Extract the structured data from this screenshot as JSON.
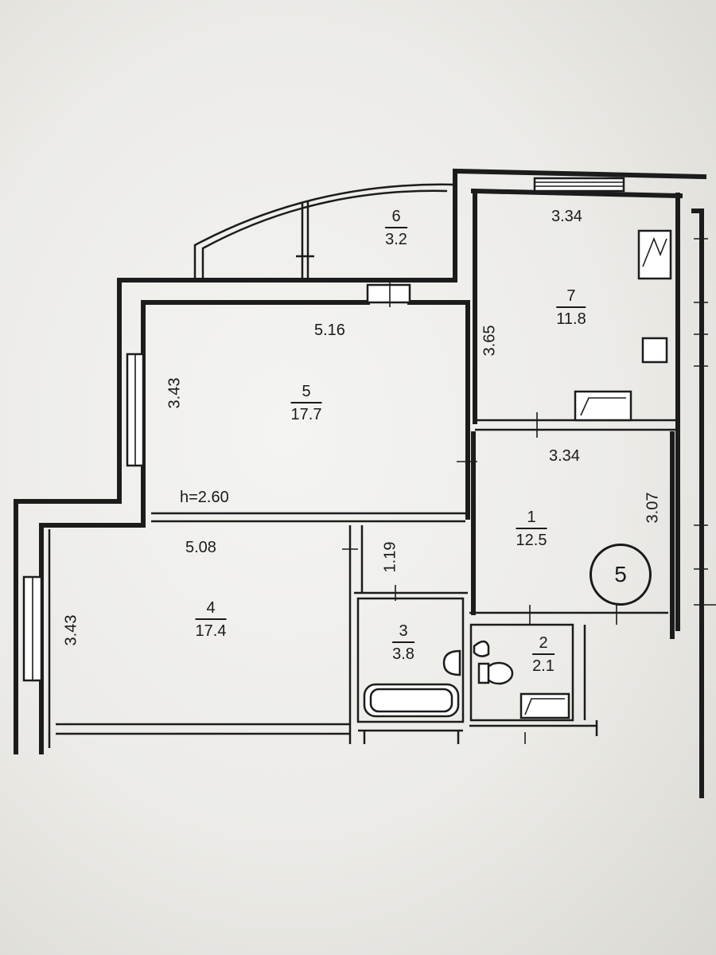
{
  "rooms": [
    {
      "id": "room-1",
      "number": "1",
      "area": "12.5"
    },
    {
      "id": "room-2",
      "number": "2",
      "area": "2.1"
    },
    {
      "id": "room-3",
      "number": "3",
      "area": "3.8"
    },
    {
      "id": "room-4",
      "number": "4",
      "area": "17.4"
    },
    {
      "id": "room-5",
      "number": "5",
      "area": "17.7"
    },
    {
      "id": "room-6",
      "number": "6",
      "area": "3.2"
    },
    {
      "id": "room-7",
      "number": "7",
      "area": "11.8"
    }
  ],
  "dimensions": {
    "room7_width": "3.34",
    "room7_depth": "3.65",
    "room5_width": "5.16",
    "room5_depth": "3.43",
    "room1_width": "3.34",
    "room1_depth": "3.07",
    "room4_width": "5.08",
    "room4_depth": "3.43",
    "corridor_depth": "1.19"
  },
  "ceiling_height": "h=2.60",
  "apartment_marker": "5"
}
